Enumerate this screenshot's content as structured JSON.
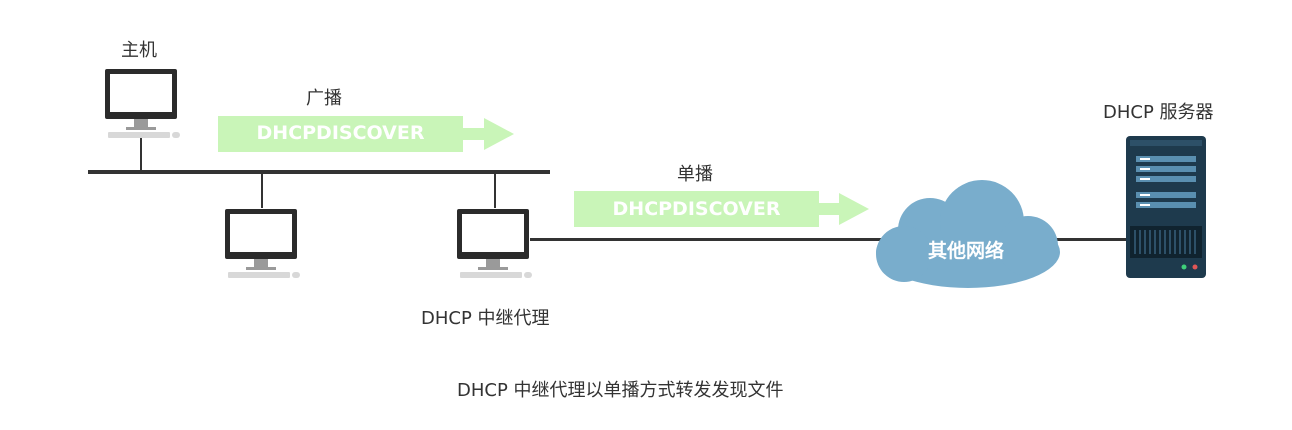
{
  "labels": {
    "host": "主机",
    "broadcast": "广播",
    "unicast": "单播",
    "relay_agent": "DHCP 中继代理",
    "dhcp_server": "DHCP 服务器",
    "other_network": "其他网络",
    "caption": "DHCP 中继代理以单播方式转发发现文件"
  },
  "messages": {
    "broadcast_message": "DHCPDISCOVER",
    "unicast_message": "DHCPDISCOVER"
  },
  "colors": {
    "arrow_fill": "#c9f5b8",
    "cloud_fill": "#79adcc",
    "line": "#333333",
    "server_body": "#1e3a4d",
    "server_slot": "#5a8fb0",
    "pc_frame": "#2b2b2b",
    "pc_stand": "#9a9a9a"
  },
  "icons": {
    "host": "desktop-computer-icon",
    "relay": "desktop-computer-icon",
    "server": "server-rack-icon",
    "network": "cloud-icon"
  }
}
